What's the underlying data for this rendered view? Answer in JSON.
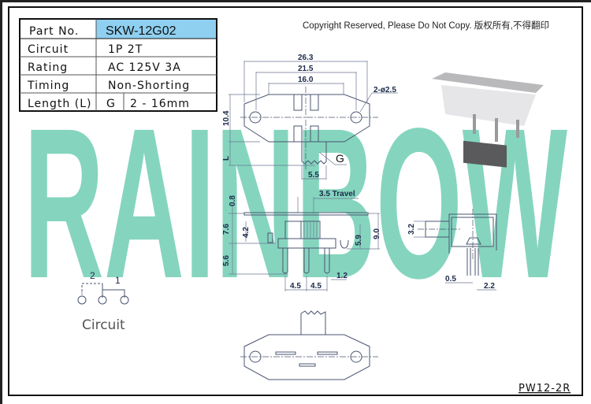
{
  "copyright": "Copyright Reserved, Please Do Not Copy. 版权所有,不得翻印",
  "watermark": "RAINBOW",
  "spec_table": {
    "part_no_label": "Part No.",
    "part_no_value": "SKW-12G02",
    "rows": [
      {
        "label": "Circuit",
        "value": "1P 2T"
      },
      {
        "label": "Rating",
        "value": "AC 125V 3A"
      },
      {
        "label": "Timing",
        "value": "Non-Shorting"
      }
    ],
    "length_label": "Length (L)",
    "length_code": "G",
    "length_value": "2 - 16mm",
    "highlight_color": "#8fcff0"
  },
  "top_view": {
    "d1": "26.3",
    "d2": "21.5",
    "d3": "16.0",
    "holes": "2-ø2.5",
    "height": "10.4",
    "L": "L",
    "G": "G",
    "lever_w": "5.5"
  },
  "side_view": {
    "travel": "3.5 Travel",
    "d08": "0.8",
    "d76": "7.6",
    "d42": "4.2",
    "d56": "5.6",
    "d59": "5.9",
    "d90": "9.0",
    "p1": "4.5",
    "p2": "4.5",
    "d12": "1.2"
  },
  "end_view": {
    "d32": "3.2",
    "d05": "0.5",
    "d22": "2.2"
  },
  "circuit": {
    "label": "Circuit",
    "pole2": "2",
    "pole1": "1"
  },
  "drawing_no": "PW12-2R",
  "colors": {
    "watermark": "#7fd3bb",
    "lines": "#4a5570"
  }
}
